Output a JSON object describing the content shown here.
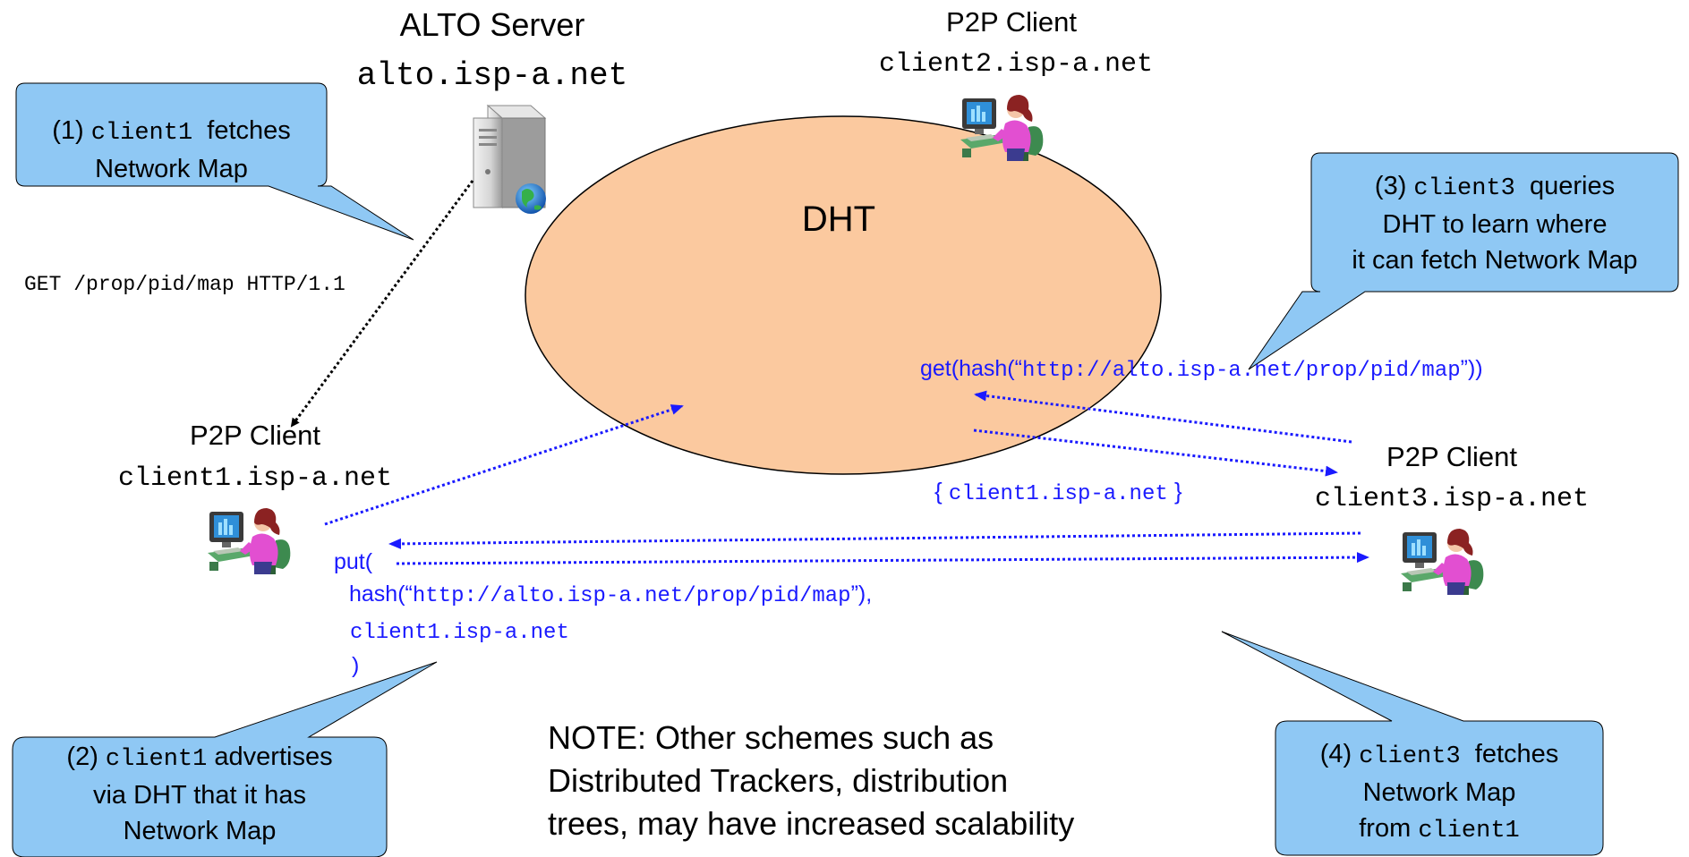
{
  "alto_server": {
    "title": "ALTO Server",
    "host": "alto.isp-a.net"
  },
  "client2": {
    "title": "P2P Client",
    "host": "client2.isp-a.net"
  },
  "client1": {
    "title": "P2P Client",
    "host": "client1.isp-a.net"
  },
  "client3": {
    "title": "P2P Client",
    "host": "client3.isp-a.net"
  },
  "dht": {
    "label": "DHT"
  },
  "http_request": "GET /prop/pid/map HTTP/1.1",
  "callout1": {
    "step": "(1)",
    "host": "client1",
    "line1_rest": "fetches",
    "line2": "Network Map"
  },
  "callout2": {
    "step": "(2)",
    "host": "client1",
    "line1_rest": "advertises",
    "line2": "via DHT that it has",
    "line3": "Network Map"
  },
  "callout3": {
    "step": "(3)",
    "host": "client3",
    "line1_rest": "queries",
    "line2": "DHT to learn where",
    "line3": "it can fetch Network Map"
  },
  "callout4": {
    "step": "(4)",
    "host": "client3",
    "line1_rest": "fetches",
    "line2": "Network Map",
    "line3_prefix": "from",
    "line3_host": "client1"
  },
  "get_call": {
    "prefix": "get(hash(“",
    "url": "http://alto.isp-a.net/prop/pid/map",
    "suffix": "”))"
  },
  "dht_result": {
    "open": "{",
    "value": "client1.isp-a.net",
    "close": "}"
  },
  "put_call": {
    "open": "put(",
    "hash_prefix": "hash(“",
    "url": "http://alto.isp-a.net/prop/pid/map",
    "hash_suffix": "”),",
    "value": "client1.isp-a.net",
    "close": ")"
  },
  "note": {
    "line1": "NOTE: Other schemes such as",
    "line2": "Distributed Trackers, distribution",
    "line3": "trees, may have increased scalability"
  },
  "colors": {
    "callout_fill": "#8fc8f4",
    "dht_fill": "#fbc99f",
    "arrow_blue": "#1a1aff",
    "arrow_black": "#000000"
  },
  "icons": [
    "server-icon",
    "user-at-computer-icon"
  ]
}
